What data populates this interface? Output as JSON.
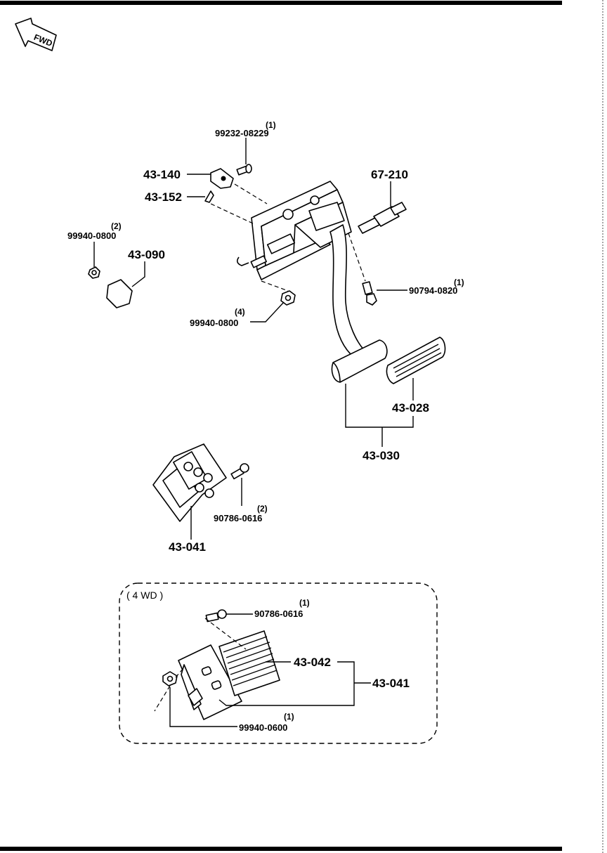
{
  "fwd_arrow": {
    "label": "FWD"
  },
  "box": {
    "title": "( 4 WD )"
  },
  "parts": {
    "p99232": {
      "number": "99232-08229",
      "qty": "(1)"
    },
    "p43140": {
      "number": "43-140"
    },
    "p43152": {
      "number": "43-152"
    },
    "p67210": {
      "number": "67-210"
    },
    "p99940_top": {
      "number": "99940-0800",
      "qty": "(2)"
    },
    "p43090": {
      "number": "43-090"
    },
    "p90794": {
      "number": "90794-0820",
      "qty": "(1)"
    },
    "p99940_mid": {
      "number": "99940-0800",
      "qty": "(4)"
    },
    "p43028": {
      "number": "43-028"
    },
    "p43030": {
      "number": "43-030"
    },
    "p90786_a": {
      "number": "90786-0616",
      "qty": "(2)"
    },
    "p43041_a": {
      "number": "43-041"
    },
    "p90786_b": {
      "number": "90786-0616",
      "qty": "(1)"
    },
    "p43042": {
      "number": "43-042"
    },
    "p43041_b": {
      "number": "43-041"
    },
    "p99940_0600": {
      "number": "99940-0600",
      "qty": "(1)"
    }
  }
}
